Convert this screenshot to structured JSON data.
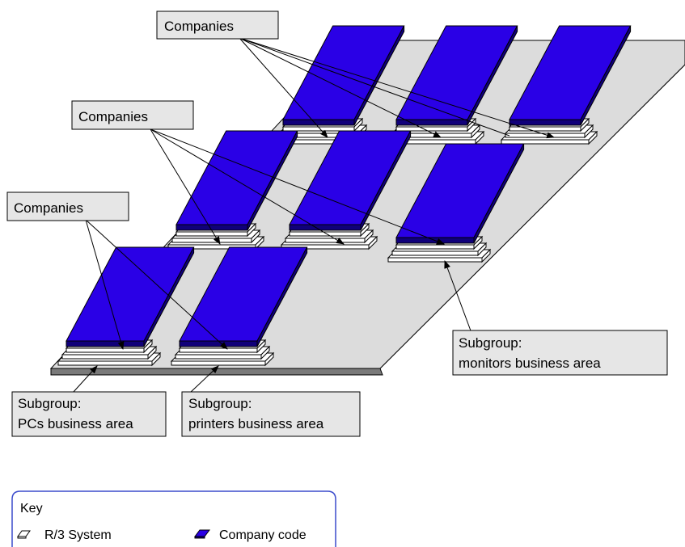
{
  "callouts": {
    "companies_top": [
      "Companies"
    ],
    "companies_mid": [
      "Companies"
    ],
    "companies_left": [
      "Companies"
    ],
    "subgroup_pcs": [
      "Subgroup:",
      "PCs business area"
    ],
    "subgroup_printers": [
      "Subgroup:",
      "printers business area"
    ],
    "subgroup_monitors": [
      "Subgroup:",
      "monitors business area"
    ]
  },
  "key": {
    "title": "Key",
    "items": [
      {
        "label": "R/3 System",
        "icon": "r3-system-icon"
      },
      {
        "label": "Company code",
        "icon": "company-code-icon"
      }
    ]
  },
  "colors": {
    "company_code": "#2a00e6",
    "company_code_dark": "#10007a",
    "base_plate": "#dcdcdc",
    "callout_fill": "#e6e6e6"
  }
}
